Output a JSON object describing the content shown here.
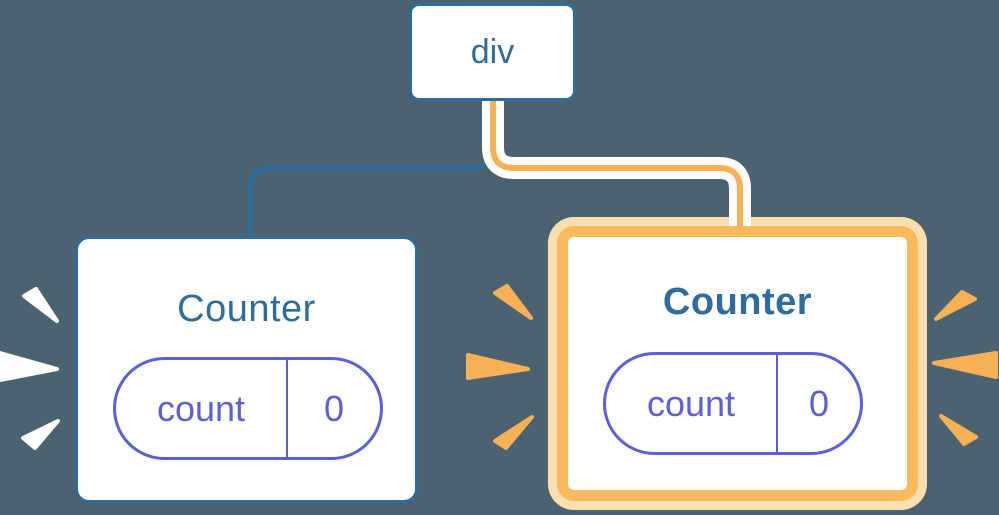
{
  "colors": {
    "background": "#4B6271",
    "blue": "#2D6C9C",
    "purple": "#5C5FD8",
    "orange": "#F7B155",
    "orange_pale": "#FBDFB0",
    "orange_border": "#F8BA5C",
    "white": "#FFFFFF"
  },
  "root_node": {
    "label": "div"
  },
  "left_counter": {
    "title": "Counter",
    "state": {
      "key": "count",
      "value": "0"
    }
  },
  "right_counter": {
    "title": "Counter",
    "state": {
      "key": "count",
      "value": "0"
    }
  }
}
